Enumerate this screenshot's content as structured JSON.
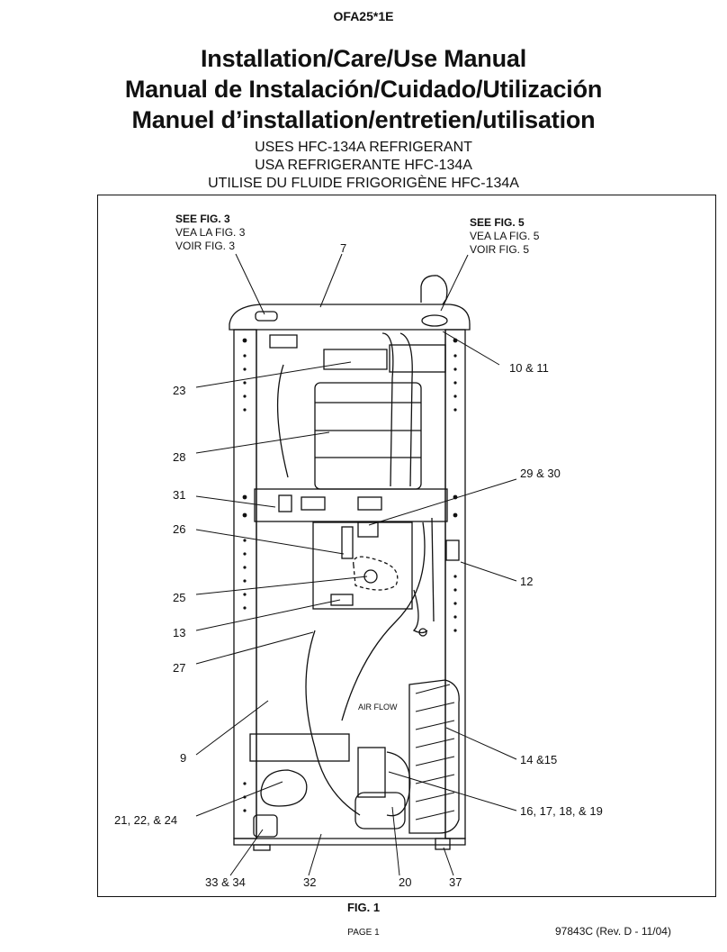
{
  "model": "OFA25*1E",
  "titles": [
    "Installation/Care/Use Manual",
    "Manual de Instalación/Cuidado/Utilización",
    "Manuel d’installation/entretien/utilisation"
  ],
  "subtitles": [
    "USES HFC-134A REFRIGERANT",
    "USA REFRIGERANTE HFC-134A",
    "UTILISE DU FLUIDE FRIGORIGÈNE HFC-134A"
  ],
  "references": {
    "fig3": [
      "SEE FIG. 3",
      "VEA LA FIG. 3",
      "VOIR FIG. 3"
    ],
    "fig5": [
      "SEE FIG. 5",
      "VEA LA FIG. 5",
      "VOIR FIG. 5"
    ]
  },
  "callouts": {
    "c7": "7",
    "c10_11": "10 & 11",
    "c23": "23",
    "c28": "28",
    "c29_30": "29 & 30",
    "c31": "31",
    "c26": "26",
    "c12": "12",
    "c25": "25",
    "c13": "13",
    "c27": "27",
    "c9": "9",
    "c14_15": "14 &15",
    "c16_19": "16, 17, 18, &  19",
    "c21_24": "21, 22, &  24",
    "c33_34": "33 & 34",
    "c32": "32",
    "c20": "20",
    "c37": "37"
  },
  "airflow_label": "AIR FLOW",
  "figure_label": "FIG. 1",
  "page_label": "PAGE 1",
  "doc_number": "97843C (Rev. D - 11/04)"
}
